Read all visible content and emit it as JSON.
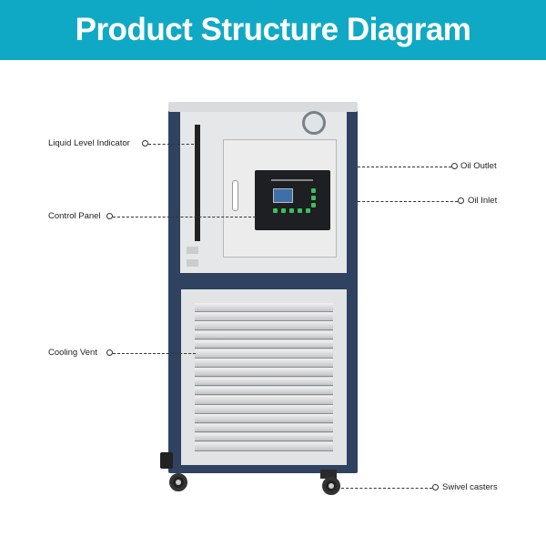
{
  "header": {
    "title": "Product Structure Diagram"
  },
  "labels": {
    "liquid_level": "Liquid Level Indicator",
    "control_panel": "Control Panel",
    "cooling_vent": "Cooling Vent",
    "oil_outlet": "Oil Outlet",
    "oil_inlet": "Oil Inlet",
    "swivel_casters": "Swivel casters"
  },
  "colors": {
    "header": "#10a9c5",
    "frame": "#2f4260"
  }
}
